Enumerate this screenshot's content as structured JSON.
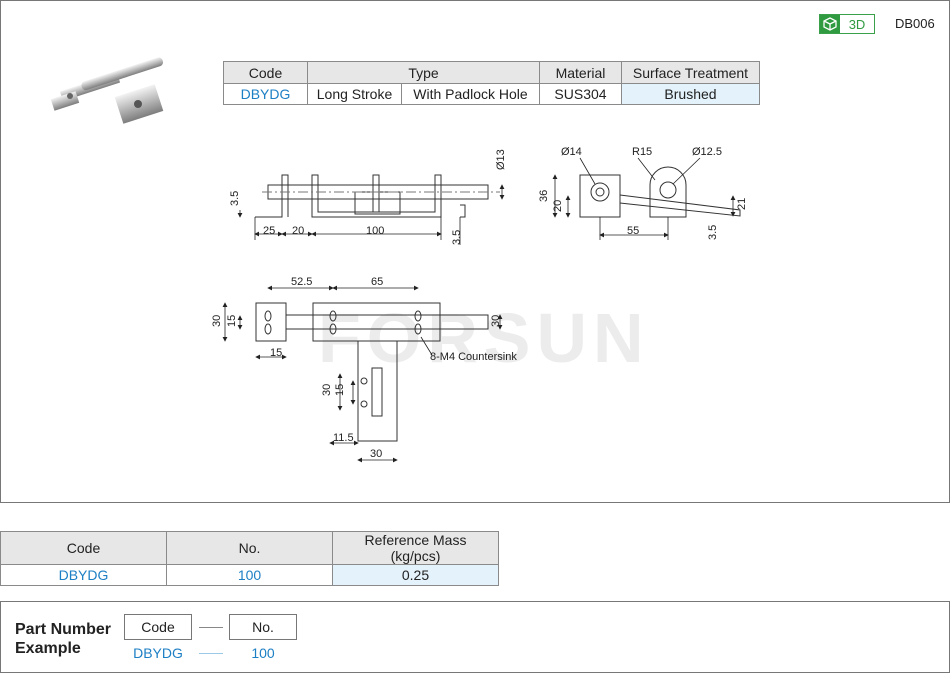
{
  "header": {
    "badge_label": "3D",
    "part_code": "DB006"
  },
  "spec_table": {
    "headers": {
      "code": "Code",
      "type": "Type",
      "material": "Material",
      "surface": "Surface Treatment"
    },
    "row": {
      "code": "DBYDG",
      "type1": "Long Stroke",
      "type2": "With Padlock Hole",
      "material": "SUS304",
      "surface": "Brushed"
    }
  },
  "drawing": {
    "side_view": {
      "dim_thickness": "3.5",
      "dim_25": "25",
      "dim_20": "20",
      "dim_100": "100",
      "dim_3_5_bottom": "3.5",
      "dim_dia13": "Ø13"
    },
    "end_view": {
      "dim_dia14": "Ø14",
      "dim_r15": "R15",
      "dim_dia12_5": "Ø12.5",
      "dim_36": "36",
      "dim_20": "20",
      "dim_55": "55",
      "dim_21": "21",
      "dim_3_5": "3.5"
    },
    "top_view": {
      "dim_52_5": "52.5",
      "dim_65": "65",
      "dim_30_left": "30",
      "dim_15_left": "15",
      "dim_30_right": "30",
      "dim_15_bottom": "15",
      "hole_note": "8-M4 Countersink",
      "dim_30_keeper": "30",
      "dim_15_keeper": "15",
      "dim_11_5": "11.5",
      "dim_30_keeper_width": "30"
    },
    "watermark": "FORSUN"
  },
  "mass_table": {
    "headers": {
      "code": "Code",
      "no": "No.",
      "mass": "Reference Mass (kg/pcs)"
    },
    "row": {
      "code": "DBYDG",
      "no": "100",
      "mass": "0.25"
    }
  },
  "part_number": {
    "title_line1": "Part Number",
    "title_line2": "Example",
    "box_code": "Code",
    "box_no": "No.",
    "value_code": "DBYDG",
    "value_no": "100"
  }
}
